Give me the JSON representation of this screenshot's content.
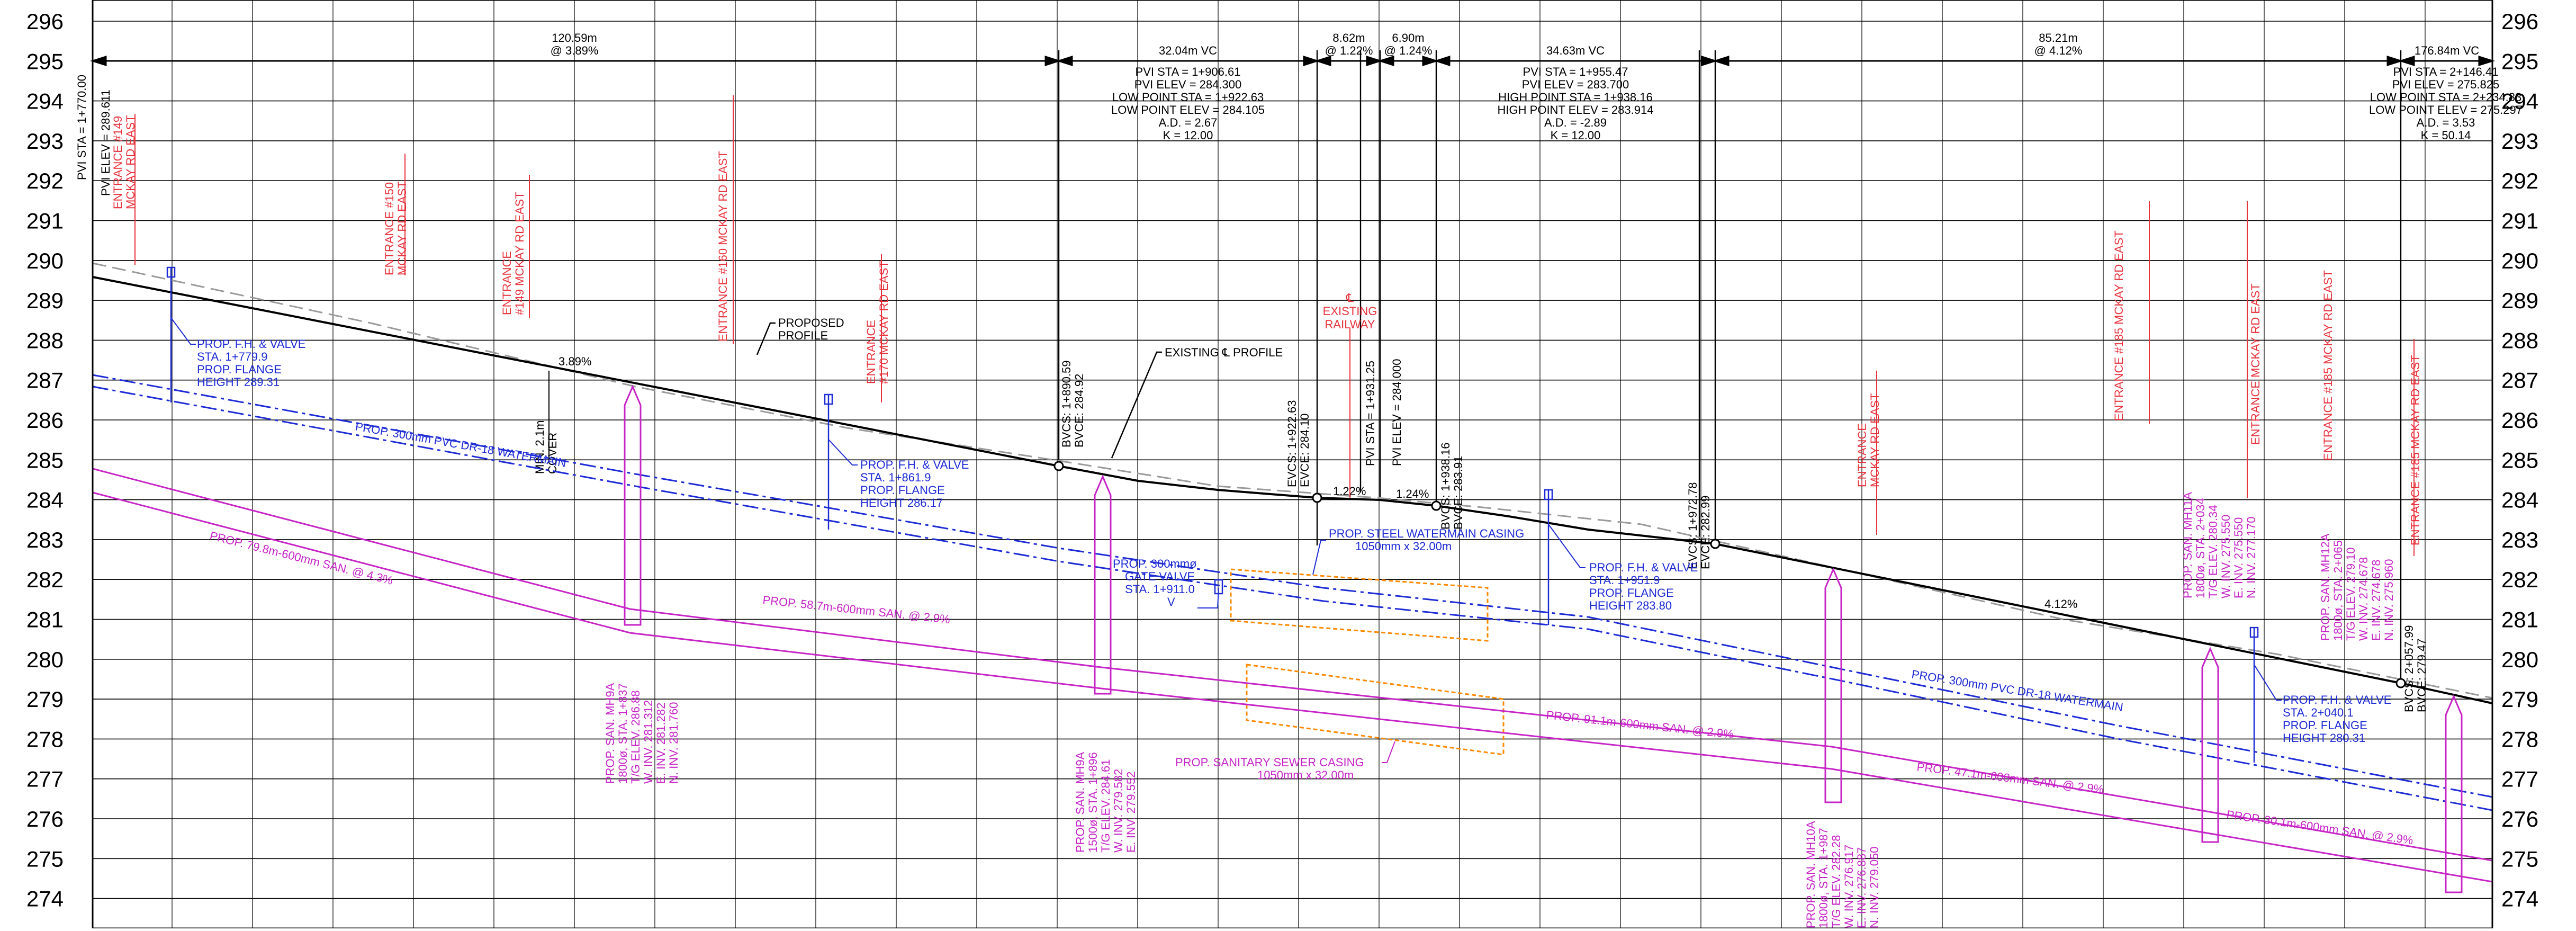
{
  "elevations": [
    "296",
    "295",
    "294",
    "293",
    "292",
    "291",
    "290",
    "289",
    "288",
    "287",
    "286",
    "285",
    "284",
    "283",
    "282",
    "281",
    "280",
    "279",
    "278",
    "277",
    "276",
    "275",
    "274"
  ],
  "segments": [
    {
      "length": "120.59m",
      "grade": "@ 3.89%"
    },
    {
      "length": "32.04m VC",
      "grade": ""
    },
    {
      "length": "8.62m",
      "grade": "@ 1.22%"
    },
    {
      "length": "6.90m",
      "grade": "@ 1.24%"
    },
    {
      "length": "34.63m VC",
      "grade": ""
    },
    {
      "length": "85.21m",
      "grade": "@ 4.12%"
    },
    {
      "length": "176.84m VC",
      "grade": ""
    }
  ],
  "curve_data": [
    {
      "lines": [
        "PVI STA = 1+906.61",
        "PVI ELEV = 284.300",
        "LOW POINT STA = 1+922.63",
        "LOW POINT ELEV = 284.105",
        "A.D. = 2.67",
        "K = 12.00"
      ]
    },
    {
      "lines": [
        "PVI STA = 1+955.47",
        "PVI ELEV = 283.700",
        "HIGH POINT STA = 1+938.16",
        "HIGH POINT ELEV = 283.914",
        "A.D. = -2.89",
        "K = 12.00"
      ]
    },
    {
      "lines": [
        "PVI STA = 2+146.41",
        "PVI ELEV = 275.825",
        "LOW POINT STA = 2+234.83",
        "LOW POINT ELEV = 275.297",
        "A.D. = 3.53",
        "K = 50.14"
      ]
    }
  ],
  "vertical_labels": {
    "pvi_start_sta": "PVI STA = 1+770.00",
    "pvi_start_elev": "PVI ELEV = 289.611",
    "bvcs1": "BVCS: 1+890.59",
    "bvce1": "BVCE: 284.92",
    "evcs1": "EVCS: 1+922.63",
    "evce1": "EVCE: 284.10",
    "pvi_mid_sta": "PVI STA = 1+931.25",
    "pvi_mid_elev": "PVI ELEV = 284.000",
    "bvcs2": "BVCS: 1+938.16",
    "bvce2": "BVCE: 283.91",
    "evcs2": "EVCS: 1+972.78",
    "evce2": "EVCE: 282.99",
    "bvcs3": "BVCS: 2+057.99",
    "bvce3": "BVCE: 279.47",
    "min_cover_1": "MIN. 2.1m",
    "min_cover_2": "COVER"
  },
  "entrances": [
    {
      "l1": "ENTRANCE #149",
      "l2": "MCKAY RD EAST"
    },
    {
      "l1": "ENTRANCE #150",
      "l2": "MCKAY RD EAST"
    },
    {
      "l1": "ENTRANCE",
      "l2": "#149 MCKAY RD EAST"
    },
    {
      "l1": "ENTRANCE #160 MCKAY RD EAST",
      "l2": ""
    },
    {
      "l1": "ENTRANCE",
      "l2": "#170 MCKAY RD EAST"
    },
    {
      "l1": "ENTRANCE",
      "l2": "MCKAY RD EAST"
    },
    {
      "l1": "ENTRANCE #185 MCKAY RD EAST",
      "l2": ""
    },
    {
      "l1": "ENTRANCE MCKAY RD EAST",
      "l2": ""
    },
    {
      "l1": "ENTRANCE #185 MCKAY RD EAST",
      "l2": ""
    },
    {
      "l1": "ENTRANCE #185 MCKAY RD EAST",
      "l2": ""
    }
  ],
  "railway": [
    "℄",
    "EXISTING",
    "RAILWAY"
  ],
  "profile_labels": {
    "proposed": [
      "PROPOSED",
      "PROFILE"
    ],
    "existing": "EXISTING ℄ PROFILE",
    "grade_a": "3.89%",
    "grade_b": "1.22%",
    "grade_c": "1.24%",
    "grade_d": "4.12%"
  },
  "hydrants": [
    {
      "lines": [
        "PROP. F.H. & VALVE",
        "STA. 1+779.9",
        "PROP. FLANGE",
        "HEIGHT 289.31"
      ]
    },
    {
      "lines": [
        "PROP. F.H. & VALVE",
        "STA. 1+861.9",
        "PROP. FLANGE",
        "HEIGHT 286.17"
      ]
    },
    {
      "lines": [
        "PROP. F.H. & VALVE",
        "STA. 1+951.9",
        "PROP. FLANGE",
        "HEIGHT 283.80"
      ]
    },
    {
      "lines": [
        "PROP. F.H. & VALVE",
        "STA. 2+040.1",
        "PROP. FLANGE",
        "HEIGHT 280.31"
      ]
    }
  ],
  "gate_valve": [
    "PROP. 300mmø",
    "GATE VALVE",
    "STA. 1+911.0",
    "V"
  ],
  "watermain": "PROP. 300mm PVC DR-18 WATERMAIN",
  "watermain_casing": [
    "PROP. STEEL WATERMAIN CASING",
    "1050mm x 32.00m"
  ],
  "sanitary_casing": [
    "PROP. SANITARY SEWER CASING",
    "1050mm x 32.00m"
  ],
  "sewers": [
    "PROP. 79.8m-600mm SAN. @ 4.3%",
    "PROP. 58.7m-600mm SAN. @ 2.9%",
    "PROP. 91.1m-600mm SAN. @ 2.9%",
    "PROP. 47.1m-600mm SAN. @ 2.9%",
    "PROP. 30.1m-600mm SAN. @ 2.9%"
  ],
  "manholes": [
    {
      "lines": [
        "PROP. SAN. MH9A",
        "1800ø, STA. 1+837",
        "T/G ELEV. 286.88",
        "W. INV. 281.312",
        "E. INV. 281.282",
        "N. INV. 281.760"
      ]
    },
    {
      "lines": [
        "PROP. SAN. MH9A",
        "1500ø, STA. 1+896",
        "T/G ELEV. 284.61",
        "W. INV. 279.582",
        "E. INV. 279.552"
      ]
    },
    {
      "lines": [
        "PROP. SAN. MH10A",
        "1800ø, STA. 1+987",
        "T/G ELEV. 282.28",
        "W. INV. 276.917",
        "E. INV. 276.887",
        "N. INV. 279.050"
      ]
    },
    {
      "lines": [
        "PROP. SAN. MH11A",
        "1800ø, STA. 2+034",
        "T/G ELEV. 280.34",
        "W. INV. 275.550",
        "E. INV. 275.550",
        "N. INV. 277.170"
      ]
    },
    {
      "lines": [
        "PROP. SAN. MH12A",
        "1800ø, STA. 2+065",
        "T/G ELEV. 279.10",
        "W. INV. 274.678",
        "E. INV. 274.678",
        "N. INV. 275.960"
      ]
    }
  ],
  "colors": {
    "profile": "#000000",
    "existing": "#9a9a9a",
    "watermain": "#1d2bd6",
    "sanitary": "#c724c7",
    "annotation": "#e8323c",
    "casing": "#ff8a00"
  }
}
